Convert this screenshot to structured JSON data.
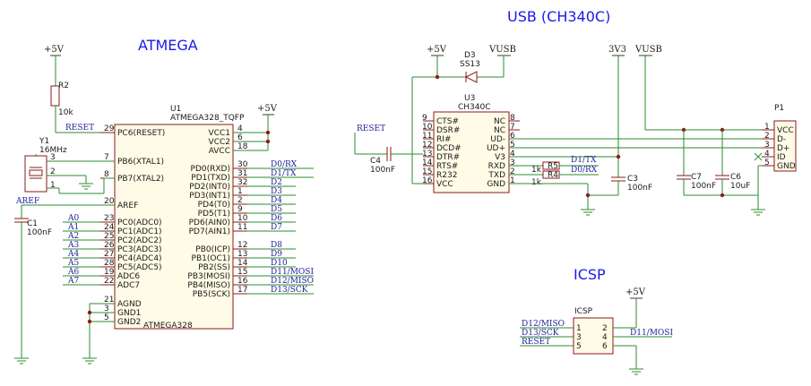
{
  "titles": {
    "atmega": "ATMEGA",
    "usb": "USB (CH340C)",
    "icsp": "ICSP"
  },
  "power": {
    "p5v_a": "+5V",
    "p5v_b": "+5V",
    "p5v_c": "+5V",
    "p5v_d": "+5V",
    "vusb_a": "VUSB",
    "vusb_b": "VUSB",
    "v3v3": "3V3"
  },
  "u1": {
    "ref": "U1",
    "value": "ATMEGA328_TQFP",
    "name": "ATMEGA328",
    "left_pins": [
      {
        "num": "29",
        "name": "PC6(RESET)"
      },
      {
        "num": "7",
        "name": "PB6(XTAL1)"
      },
      {
        "num": "8",
        "name": "PB7(XTAL2)"
      },
      {
        "num": "20",
        "name": "AREF"
      },
      {
        "num": "23",
        "name": "PC0(ADC0)"
      },
      {
        "num": "24",
        "name": "PC1(ADC1)"
      },
      {
        "num": "25",
        "name": "PC2(ADC2)"
      },
      {
        "num": "26",
        "name": "PC3(ADC3)"
      },
      {
        "num": "27",
        "name": "PC4(ADC4)"
      },
      {
        "num": "28",
        "name": "PC5(ADC5)"
      },
      {
        "num": "19",
        "name": "ADC6"
      },
      {
        "num": "22",
        "name": "ADC7"
      },
      {
        "num": "21",
        "name": "AGND"
      },
      {
        "num": "3",
        "name": "GND1"
      },
      {
        "num": "5",
        "name": "GND2"
      }
    ],
    "right_pins": [
      {
        "num": "4",
        "name": "VCC1"
      },
      {
        "num": "6",
        "name": "VCC2"
      },
      {
        "num": "18",
        "name": "AVCC"
      },
      {
        "num": "30",
        "name": "PD0(RXD)",
        "net": "D0/RX"
      },
      {
        "num": "31",
        "name": "PD1(TXD)",
        "net": "D1/TX"
      },
      {
        "num": "32",
        "name": "PD2(INT0)",
        "net": "D2"
      },
      {
        "num": "1",
        "name": "PD3(INT1)",
        "net": "D3"
      },
      {
        "num": "2",
        "name": "PD4(T0)",
        "net": "D4"
      },
      {
        "num": "9",
        "name": "PD5(T1)",
        "net": "D5"
      },
      {
        "num": "10",
        "name": "PD6(AIN0)",
        "net": "D6"
      },
      {
        "num": "11",
        "name": "PD7(AIN1)",
        "net": "D7"
      },
      {
        "num": "12",
        "name": "PB0(ICP)",
        "net": "D8"
      },
      {
        "num": "13",
        "name": "PB1(OC1)",
        "net": "D9"
      },
      {
        "num": "14",
        "name": "PB2(SS)",
        "net": "D10"
      },
      {
        "num": "15",
        "name": "PB3(MOSI)",
        "net": "D11/MOSI"
      },
      {
        "num": "16",
        "name": "PB4(MISO)",
        "net": "D12/MISO"
      },
      {
        "num": "17",
        "name": "PB5(SCK)",
        "net": "D13/SCK"
      }
    ],
    "adc_nets": [
      "A0",
      "A1",
      "A2",
      "A3",
      "A4",
      "A5",
      "A6",
      "A7"
    ]
  },
  "r2": {
    "ref": "R2",
    "value": "10k"
  },
  "reset_net": "RESET",
  "aref_net": "AREF",
  "y1": {
    "ref": "Y1",
    "value": "16MHz",
    "pins": [
      "3",
      "2",
      "1"
    ]
  },
  "c1": {
    "ref": "C1",
    "value": "100nF"
  },
  "u3": {
    "ref": "U3",
    "value": "CH340C",
    "left_pins": [
      {
        "num": "9",
        "name": "CTS#"
      },
      {
        "num": "10",
        "name": "DSR#"
      },
      {
        "num": "11",
        "name": "RI#"
      },
      {
        "num": "12",
        "name": "DCD#"
      },
      {
        "num": "13",
        "name": "DTR#"
      },
      {
        "num": "14",
        "name": "RTS#"
      },
      {
        "num": "15",
        "name": "R232"
      },
      {
        "num": "16",
        "name": "VCC"
      }
    ],
    "right_pins": [
      {
        "num": "8",
        "name": "NC"
      },
      {
        "num": "7",
        "name": "NC"
      },
      {
        "num": "6",
        "name": "UD-"
      },
      {
        "num": "5",
        "name": "UD+"
      },
      {
        "num": "4",
        "name": "V3"
      },
      {
        "num": "3",
        "name": "RXD"
      },
      {
        "num": "2",
        "name": "TXD"
      },
      {
        "num": "1",
        "name": "GND"
      }
    ]
  },
  "d3": {
    "ref": "D3",
    "value": "SS13"
  },
  "c4": {
    "ref": "C4",
    "value": "100nF"
  },
  "r5": {
    "ref": "R5",
    "value": "1k"
  },
  "r4": {
    "ref": "R4",
    "value": "1k"
  },
  "usb_nets": {
    "tx": "D1/TX",
    "rx": "D0/RX"
  },
  "c3": {
    "ref": "C3",
    "value": "100nF"
  },
  "c7": {
    "ref": "C7",
    "value": "100nF"
  },
  "c6": {
    "ref": "C6",
    "value": "10uF"
  },
  "p1": {
    "ref": "P1",
    "pins": [
      {
        "num": "1",
        "name": "VCC"
      },
      {
        "num": "2",
        "name": "D-"
      },
      {
        "num": "3",
        "name": "D+"
      },
      {
        "num": "4",
        "name": "ID"
      },
      {
        "num": "5",
        "name": "GND"
      }
    ]
  },
  "icsp": {
    "ref": "ICSP",
    "left": [
      {
        "num": "1",
        "net": "D12/MISO"
      },
      {
        "num": "3",
        "net": "D13/SCK"
      },
      {
        "num": "5",
        "net": "RESET"
      }
    ],
    "right": [
      {
        "num": "2"
      },
      {
        "num": "4",
        "net": "D11/MOSI"
      },
      {
        "num": "6"
      }
    ]
  }
}
